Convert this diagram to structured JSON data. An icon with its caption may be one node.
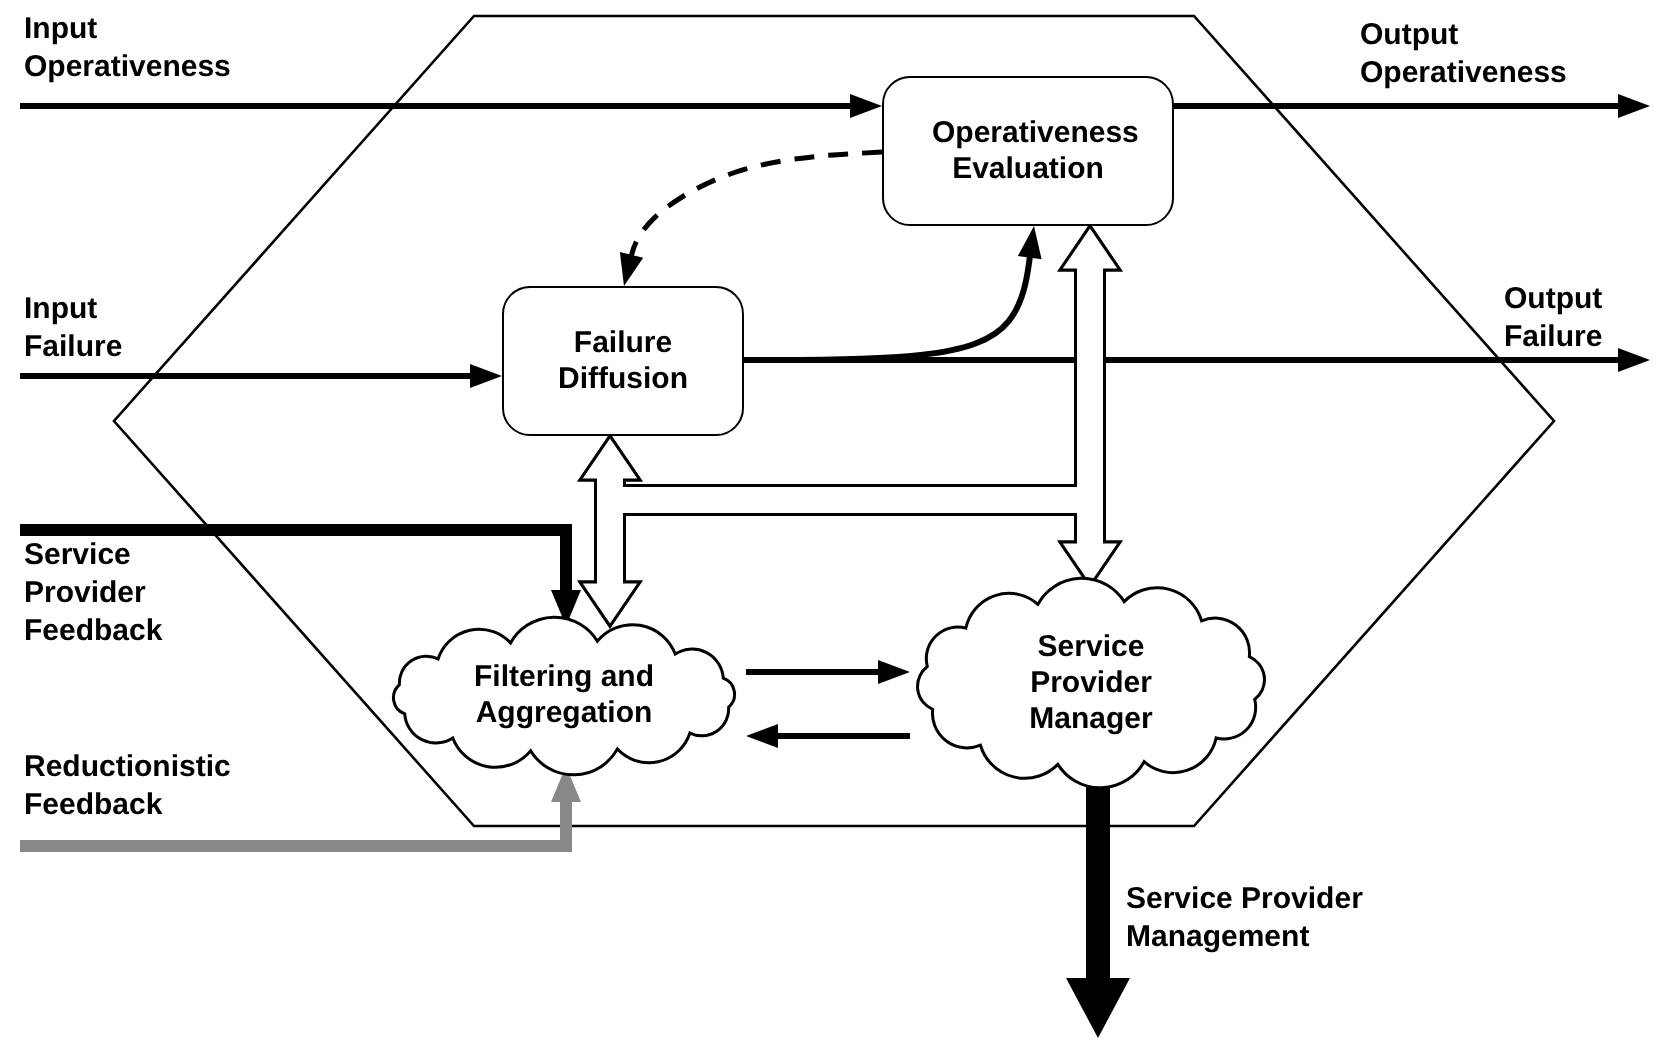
{
  "diagram": {
    "nodes": [
      {
        "text": [],
        "shape": "hexagon"
      },
      {
        "text": [
          "Operativeness Evaluation"
        ],
        "in": 0
      },
      {
        "text": [
          "Failure Diffusion"
        ],
        "in": 0
      },
      {
        "text": [
          "Filtering and Aggregation"
        ],
        "in": 0
      },
      {
        "text": [
          "Service Provider Manager"
        ],
        "in": 0
      }
    ],
    "edges": [
      {
        "from": null,
        "to": 1,
        "arrow": "to",
        "label": "Input Operativeness"
      },
      {
        "from": 1,
        "to": null,
        "arrow": "to",
        "label": "Output Operativeness"
      },
      {
        "from": null,
        "to": 2,
        "arrow": "to",
        "label": "Input Failure"
      },
      {
        "from": 2,
        "to": null,
        "arrow": "to",
        "label": "Output Failure"
      },
      {
        "from": 2,
        "to": 1,
        "arrow": "to"
      },
      {
        "from": 1,
        "to": 2,
        "arrow": "to",
        "style": "dashed"
      },
      {
        "from": null,
        "to": 3,
        "arrow": "to",
        "label": "Service Provider Feedback",
        "style": "thick"
      },
      {
        "from": null,
        "to": 3,
        "arrow": "to",
        "label": "Reductionistic Feedback",
        "style": "thick",
        "color": "#888888"
      },
      {
        "from": 3,
        "to": 4,
        "arrow": "to"
      },
      {
        "from": 4,
        "to": 3,
        "arrow": "to"
      },
      {
        "from": 4,
        "to": null,
        "arrow": "to",
        "label": "Service Provider Management",
        "style": "thick"
      },
      {
        "from": 2,
        "to": 3,
        "arrow": "both",
        "style": "thick"
      },
      {
        "from": 1,
        "to": 4,
        "arrow": "both",
        "style": "thick"
      },
      {
        "from": 2,
        "to": 4,
        "arrow": "both",
        "style": "thick"
      },
      {
        "from": 1,
        "to": 3,
        "arrow": "both",
        "style": "thick"
      }
    ]
  }
}
